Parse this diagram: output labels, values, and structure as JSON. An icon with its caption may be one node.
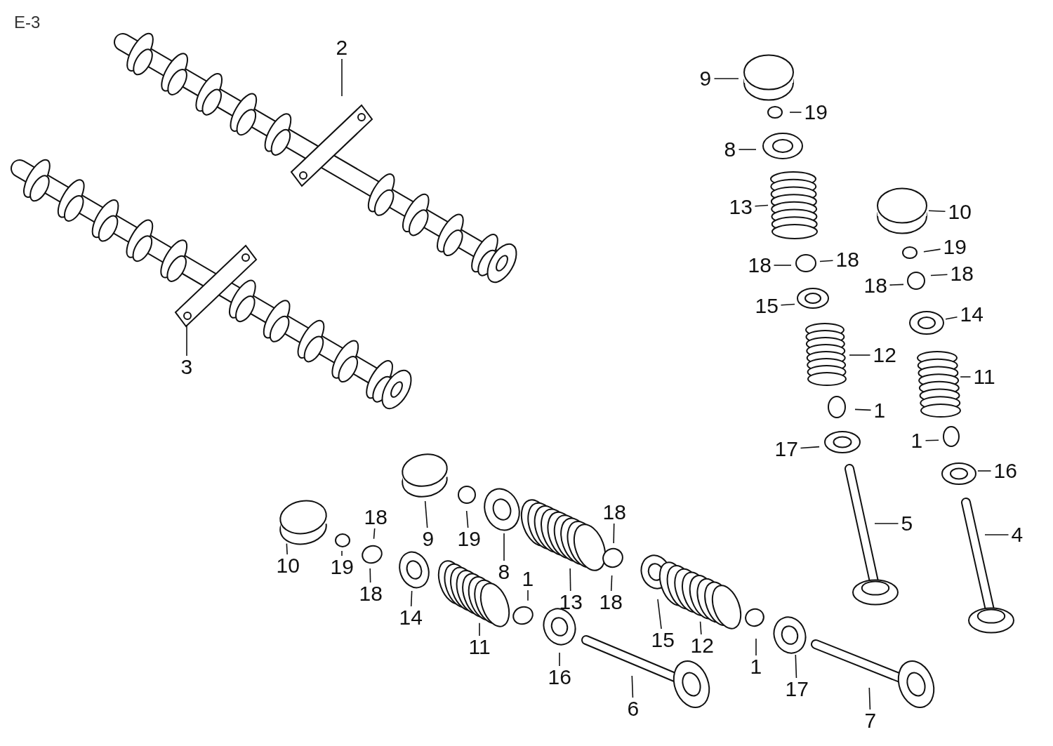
{
  "diagram": {
    "title": "E-3",
    "nodes": [
      {
        "text": [
          "2"
        ]
      },
      {
        "text": [
          "3"
        ]
      },
      {
        "text": [
          "9"
        ]
      },
      {
        "text": [
          "19"
        ]
      },
      {
        "text": [
          "8"
        ]
      },
      {
        "text": [
          "13"
        ]
      },
      {
        "text": [
          "18"
        ]
      },
      {
        "text": [
          "18"
        ]
      },
      {
        "text": [
          "10"
        ]
      },
      {
        "text": [
          "19"
        ]
      },
      {
        "text": [
          "18"
        ]
      },
      {
        "text": [
          "18"
        ]
      },
      {
        "text": [
          "15"
        ]
      },
      {
        "text": [
          "14"
        ]
      },
      {
        "text": [
          "12"
        ]
      },
      {
        "text": [
          "11"
        ]
      },
      {
        "text": [
          "1"
        ]
      },
      {
        "text": [
          "17"
        ]
      },
      {
        "text": [
          "1"
        ]
      },
      {
        "text": [
          "16"
        ]
      },
      {
        "text": [
          "5"
        ]
      },
      {
        "text": [
          "4"
        ]
      },
      {
        "text": [
          "18"
        ]
      },
      {
        "text": [
          "9"
        ]
      },
      {
        "text": [
          "19"
        ]
      },
      {
        "text": [
          "18"
        ]
      },
      {
        "text": [
          "10"
        ]
      },
      {
        "text": [
          "19"
        ]
      },
      {
        "text": [
          "8"
        ]
      },
      {
        "text": [
          "1"
        ]
      },
      {
        "text": [
          "18"
        ]
      },
      {
        "text": [
          "14"
        ]
      },
      {
        "text": [
          "13"
        ]
      },
      {
        "text": [
          "18"
        ]
      },
      {
        "text": [
          "11"
        ]
      },
      {
        "text": [
          "15"
        ]
      },
      {
        "text": [
          "12"
        ]
      },
      {
        "text": [
          "1"
        ]
      },
      {
        "text": [
          "16"
        ]
      },
      {
        "text": [
          "17"
        ]
      },
      {
        "text": [
          "6"
        ]
      },
      {
        "text": [
          "7"
        ]
      }
    ],
    "edges": [
      {
        "from": 0,
        "to": null,
        "arrow": "none"
      },
      {
        "from": 1,
        "to": null,
        "arrow": "none"
      },
      {
        "from": 2,
        "to": null,
        "arrow": "none"
      },
      {
        "from": 3,
        "to": null,
        "arrow": "none"
      },
      {
        "from": 4,
        "to": null,
        "arrow": "none"
      },
      {
        "from": 5,
        "to": null,
        "arrow": "none"
      },
      {
        "from": 6,
        "to": null,
        "arrow": "none"
      },
      {
        "from": 7,
        "to": null,
        "arrow": "none"
      },
      {
        "from": 8,
        "to": null,
        "arrow": "none"
      },
      {
        "from": 9,
        "to": null,
        "arrow": "none"
      },
      {
        "from": 10,
        "to": null,
        "arrow": "none"
      },
      {
        "from": 11,
        "to": null,
        "arrow": "none"
      },
      {
        "from": 12,
        "to": null,
        "arrow": "none"
      },
      {
        "from": 13,
        "to": null,
        "arrow": "none"
      },
      {
        "from": 14,
        "to": null,
        "arrow": "none"
      },
      {
        "from": 15,
        "to": null,
        "arrow": "none"
      },
      {
        "from": 16,
        "to": null,
        "arrow": "none"
      },
      {
        "from": 17,
        "to": null,
        "arrow": "none"
      },
      {
        "from": 18,
        "to": null,
        "arrow": "none"
      },
      {
        "from": 19,
        "to": null,
        "arrow": "none"
      },
      {
        "from": 20,
        "to": null,
        "arrow": "none"
      },
      {
        "from": 21,
        "to": null,
        "arrow": "none"
      },
      {
        "from": 22,
        "to": null,
        "arrow": "none"
      },
      {
        "from": 23,
        "to": null,
        "arrow": "none"
      },
      {
        "from": 24,
        "to": null,
        "arrow": "none"
      },
      {
        "from": 25,
        "to": null,
        "arrow": "none"
      },
      {
        "from": 26,
        "to": null,
        "arrow": "none"
      },
      {
        "from": 27,
        "to": null,
        "arrow": "none"
      },
      {
        "from": 28,
        "to": null,
        "arrow": "none"
      },
      {
        "from": 29,
        "to": null,
        "arrow": "none"
      },
      {
        "from": 30,
        "to": null,
        "arrow": "none"
      },
      {
        "from": 31,
        "to": null,
        "arrow": "none"
      },
      {
        "from": 32,
        "to": null,
        "arrow": "none"
      },
      {
        "from": 33,
        "to": null,
        "arrow": "none"
      },
      {
        "from": 34,
        "to": null,
        "arrow": "none"
      },
      {
        "from": 35,
        "to": null,
        "arrow": "none"
      },
      {
        "from": 36,
        "to": null,
        "arrow": "none"
      },
      {
        "from": 37,
        "to": null,
        "arrow": "none"
      },
      {
        "from": 38,
        "to": null,
        "arrow": "none"
      },
      {
        "from": 39,
        "to": null,
        "arrow": "none"
      },
      {
        "from": 40,
        "to": null,
        "arrow": "none"
      },
      {
        "from": 41,
        "to": null,
        "arrow": "none"
      }
    ]
  }
}
